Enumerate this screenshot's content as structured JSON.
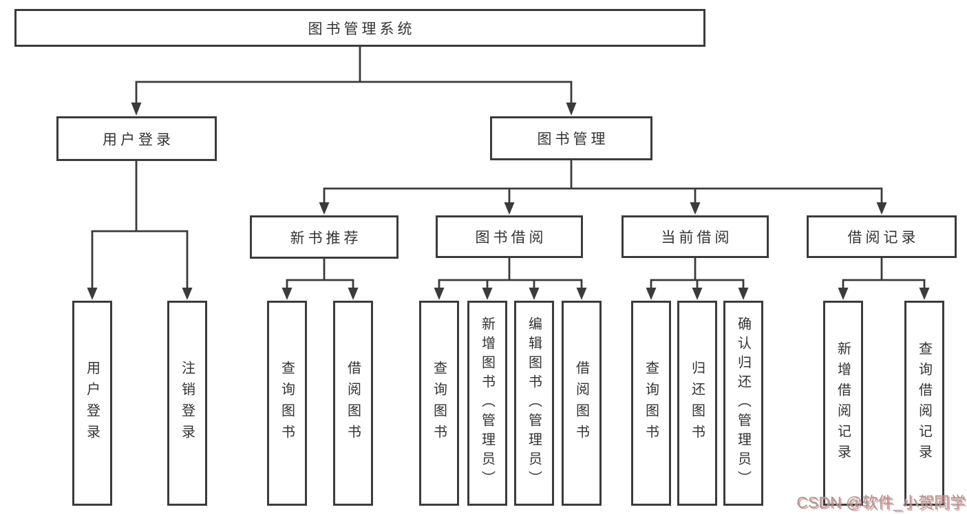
{
  "diagram_type": "tree",
  "tree": {
    "label": "图书管理系统",
    "children": [
      {
        "label": "用户登录",
        "children": [
          {
            "label": "用户登录"
          },
          {
            "label": "注销登录"
          }
        ]
      },
      {
        "label": "图书管理",
        "children": [
          {
            "label": "新书推荐",
            "children": [
              {
                "label": "查询图书"
              },
              {
                "label": "借阅图书"
              }
            ]
          },
          {
            "label": "图书借阅",
            "children": [
              {
                "label": "查询图书"
              },
              {
                "label": "新增图书（管理员）"
              },
              {
                "label": "编辑图书（管理员）"
              },
              {
                "label": "借阅图书"
              }
            ]
          },
          {
            "label": "当前借阅",
            "children": [
              {
                "label": "查询图书"
              },
              {
                "label": "归还图书"
              },
              {
                "label": "确认归还（管理员）"
              }
            ]
          },
          {
            "label": "借阅记录",
            "children": [
              {
                "label": "新增借阅记录"
              },
              {
                "label": "查询借阅记录"
              }
            ]
          }
        ]
      }
    ]
  },
  "watermark": {
    "text": "CSDN @软件_小贺同学"
  },
  "colors": {
    "background": "#ffffff",
    "line": "#3b3b3b",
    "box_border": "#3b3b3b",
    "text": "#333333",
    "watermark_gray": "#9c9c9c",
    "watermark_pink": "#eb827d"
  }
}
